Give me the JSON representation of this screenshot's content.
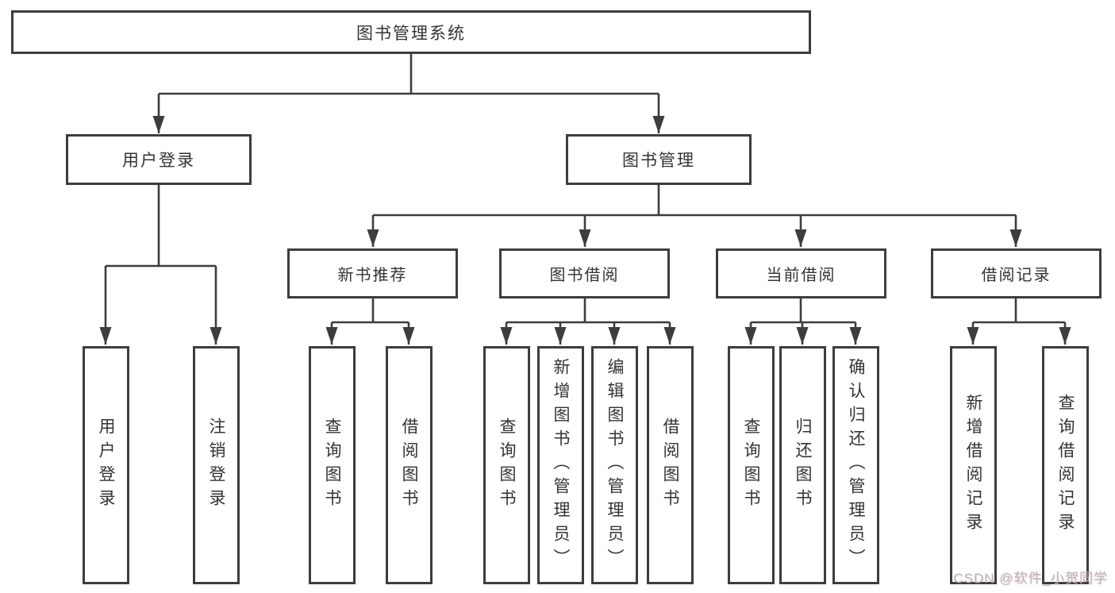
{
  "palette": {
    "background": "#ffffff",
    "line": "#3d3d3d",
    "box_border": "#3d3d3d",
    "box_fill": "#ffffff",
    "text": "#333333",
    "watermark_text": "#b4b9be"
  },
  "tree": {
    "root": {
      "label": "图书管理系统"
    },
    "branches": [
      {
        "label": "用户登录",
        "children": [
          {
            "label": "用户登录"
          },
          {
            "label": "注销登录"
          }
        ]
      },
      {
        "label": "图书管理",
        "children": [
          {
            "label": "新书推荐",
            "children": [
              {
                "label": "查询图书"
              },
              {
                "label": "借阅图书"
              }
            ]
          },
          {
            "label": "图书借阅",
            "children": [
              {
                "label": "查询图书"
              },
              {
                "label": "新增图书（管理员）"
              },
              {
                "label": "编辑图书（管理员）"
              },
              {
                "label": "借阅图书"
              }
            ]
          },
          {
            "label": "当前借阅",
            "children": [
              {
                "label": "查询图书"
              },
              {
                "label": "归还图书"
              },
              {
                "label": "确认归还（管理员）"
              }
            ]
          },
          {
            "label": "借阅记录",
            "children": [
              {
                "label": "新增借阅记录"
              },
              {
                "label": "查询借阅记录"
              }
            ]
          }
        ]
      }
    ]
  },
  "watermark": {
    "label": "CSDN @软件_小贺同学"
  }
}
